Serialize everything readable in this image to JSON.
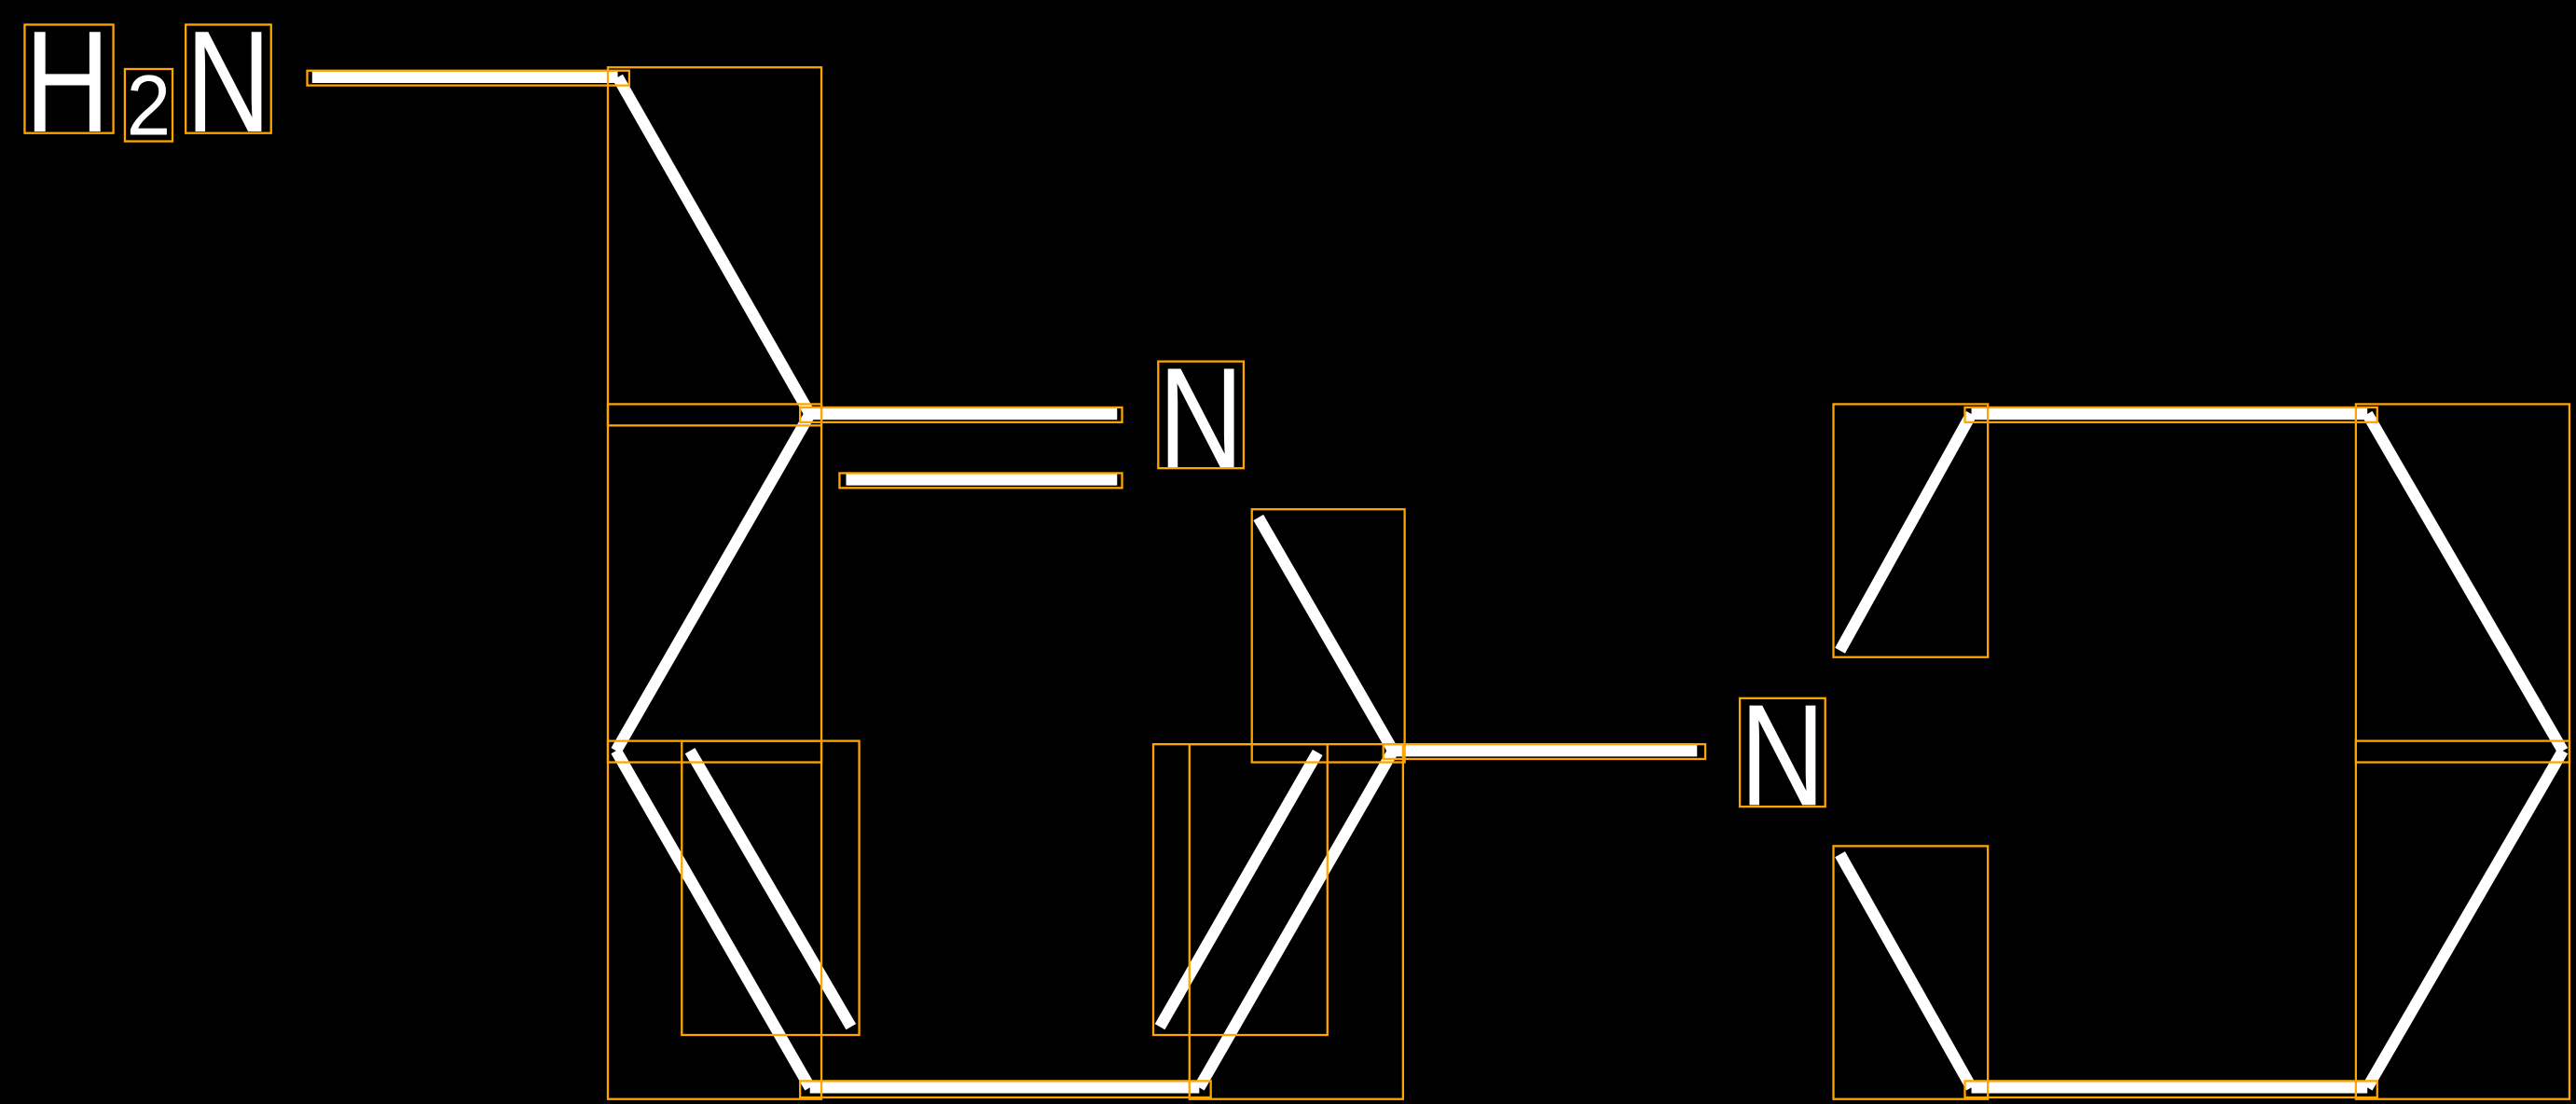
{
  "molecule": {
    "atoms": {
      "amine_h": "H",
      "amine_subscript": "2",
      "amine_n": "N",
      "imine_n": "N",
      "ring_n": "N"
    }
  },
  "colors": {
    "background": "#000000",
    "bond": "#FFFFFF",
    "annotation_box": "#FFA500"
  }
}
